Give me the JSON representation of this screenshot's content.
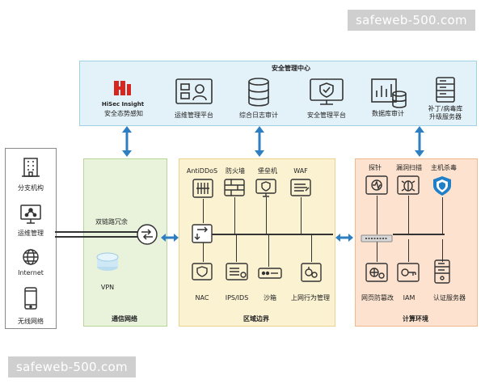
{
  "watermarks": {
    "top": "safeweb-500.com",
    "bottom": "safeweb-500.com"
  },
  "security_center": {
    "title": "安全管理中心",
    "logo_text": "HiSec Insight",
    "items": [
      {
        "label": "安全态势感知",
        "icon": "hisec-logo-icon"
      },
      {
        "label": "运维管理平台",
        "icon": "ops-monitor-icon"
      },
      {
        "label": "综合日志审计",
        "icon": "database-icon"
      },
      {
        "label": "安全管理平台",
        "icon": "shield-monitor-icon"
      },
      {
        "label": "数据库审计",
        "icon": "db-audit-icon"
      },
      {
        "label": "补丁/病毒库\n升级服务器",
        "icon": "server-rack-icon"
      }
    ]
  },
  "left_column": {
    "items": [
      {
        "label": "分支机构",
        "icon": "building-icon"
      },
      {
        "label": "运维管理",
        "icon": "monitor-network-icon"
      },
      {
        "label": "Internet",
        "icon": "globe-icon"
      },
      {
        "label": "无线网络",
        "icon": "mobile-phone-icon"
      }
    ]
  },
  "comm_network": {
    "title": "通信网络",
    "redundancy_label": "双链路冗余",
    "vpn_label": "VPN"
  },
  "region_boundary": {
    "title": "区域边界",
    "top_items": [
      "AntiDDoS",
      "防火墙",
      "堡垒机",
      "WAF"
    ],
    "bottom_items": [
      "NAC",
      "IPS/IDS",
      "沙箱",
      "上网行为管理"
    ]
  },
  "compute_env": {
    "title": "计算环境",
    "top_items": [
      "探针",
      "漏洞扫描",
      "主机杀毒"
    ],
    "bottom_items": [
      "网页防篡改",
      "IAM",
      "认证服务器"
    ]
  },
  "colors": {
    "sec_center_bg": "#e3f1f8",
    "sec_center_border": "#9fd0e4",
    "comm_bg": "#e9f3dc",
    "comm_border": "#b8d69a",
    "region_bg": "#fbf2d2",
    "region_border": "#ead38a",
    "compute_bg": "#fde3cf",
    "compute_border": "#efb98c",
    "arrow": "#2e7fc2",
    "icon_stroke": "#333333"
  }
}
